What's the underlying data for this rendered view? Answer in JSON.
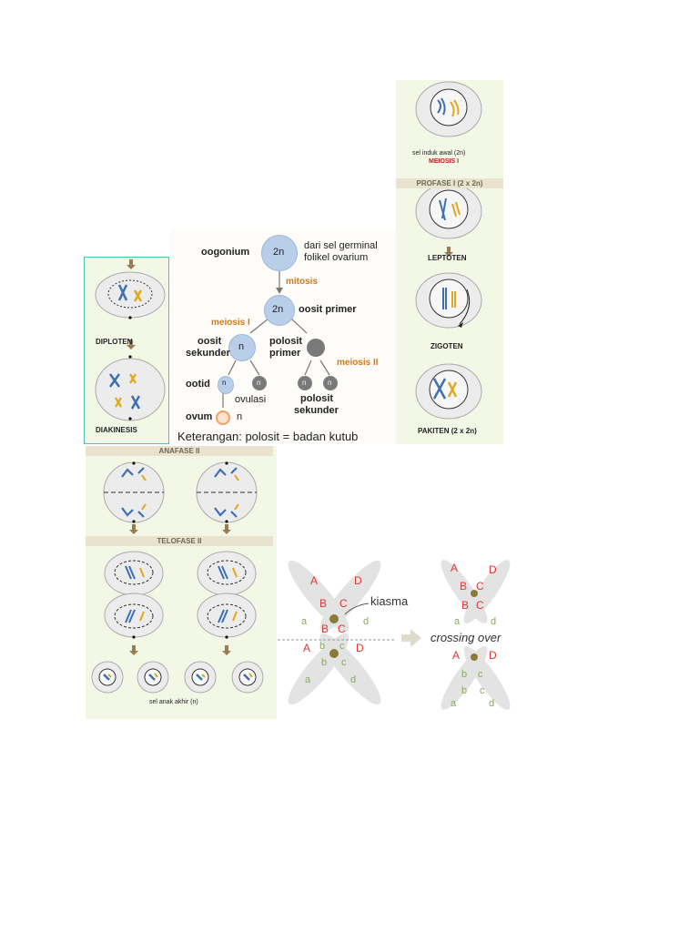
{
  "oogenesis": {
    "oogonium": "oogonium",
    "two_n_a": "2n",
    "source_line1": "dari sel germinal",
    "source_line2": "folikel ovarium",
    "mitosis": "mitosis",
    "two_n_b": "2n",
    "oosit_primer": "oosit primer",
    "meiosis_1": "meiosis I",
    "oosit_sekunder_1": "oosit",
    "oosit_sekunder_2": "sekunder",
    "n_label": "n",
    "polosit_primer_1": "polosit",
    "polosit_primer_2": "primer",
    "meiosis_2": "meiosis II",
    "ootid": "ootid",
    "n_small_1": "n",
    "n_small_2": "n",
    "n_small_3": "n",
    "n_small_4": "n",
    "ovulasi": "ovulasi",
    "polosit_sekunder_1": "polosit",
    "polosit_sekunder_2": "sekunder",
    "ovum": "ovum",
    "ovum_n": "n",
    "keterangan": "Keterangan: polosit = badan kutub"
  },
  "prophase_left": {
    "diploten": "DIPLOTEN",
    "diakinesis": "DIAKINESIS"
  },
  "prophase_right": {
    "sel_induk": "sel induk awal (2n)",
    "meiosis_1": "MEIOSIS I",
    "profase": "PROFASE I (2 x 2n)",
    "leptoten": "LEPTOTEN",
    "zigoten": "ZIGOTEN",
    "pakiten": "PAKITEN (2 x 2n)"
  },
  "meiosis2": {
    "anafase": "ANAFASE II",
    "telofase": "TELOFASE II",
    "sel_anak": "sel anak akhir (n)"
  },
  "crossing": {
    "kiasma": "kiasma",
    "crossing_over": "crossing over",
    "A": "A",
    "B": "B",
    "C": "C",
    "D": "D",
    "a": "a",
    "b": "b",
    "c": "c",
    "d": "d"
  },
  "colors": {
    "cell_blue": "#b9cfe9",
    "cell_gray": "#7a7a7a",
    "orange": "#d27a1f",
    "panel_green": "#f3f8e6",
    "allele_red": "#d83a35",
    "allele_green": "#8aa860"
  }
}
